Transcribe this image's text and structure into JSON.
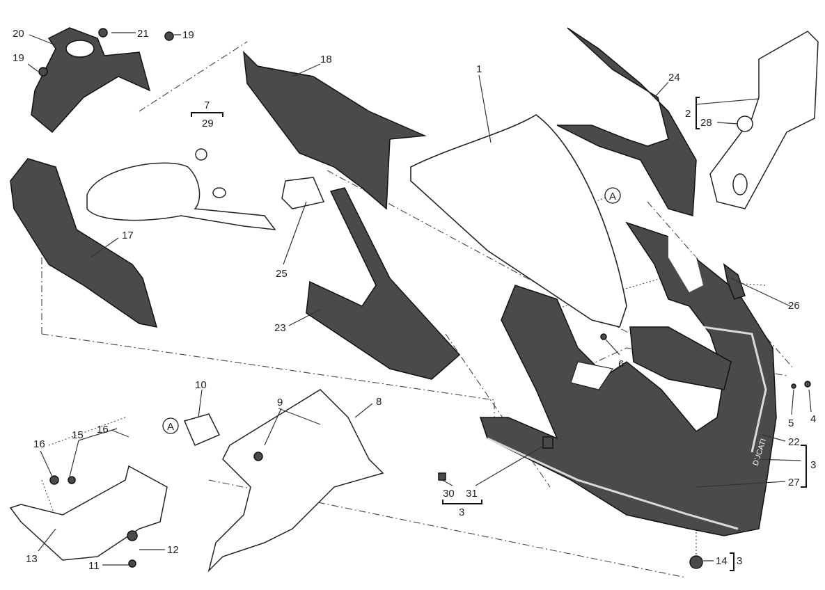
{
  "diagram": {
    "type": "exploded-parts-view",
    "callouts": {
      "c1": "1",
      "c2": "2",
      "c3a": "3",
      "c3b": "3",
      "c3c": "3",
      "c4": "4",
      "c5": "5",
      "c6": "6",
      "c7": "7",
      "c8": "8",
      "c9": "9",
      "c10": "10",
      "c11": "11",
      "c12": "12",
      "c13": "13",
      "c14": "14",
      "c15": "15",
      "c16a": "16",
      "c16b": "16",
      "c17": "17",
      "c18": "18",
      "c19a": "19",
      "c19b": "19",
      "c20": "20",
      "c21": "21",
      "c22": "22",
      "c23": "23",
      "c24": "24",
      "c25": "25",
      "c26": "26",
      "c27": "27",
      "c28": "28",
      "c29": "29",
      "c30": "30",
      "c31": "31"
    },
    "reference_marks": {
      "a1": "A",
      "a2": "A"
    },
    "fairing_brand": "DUCATI",
    "colors": {
      "part_dark": "#4a4a4a",
      "line": "#222222",
      "background": "#ffffff"
    }
  }
}
